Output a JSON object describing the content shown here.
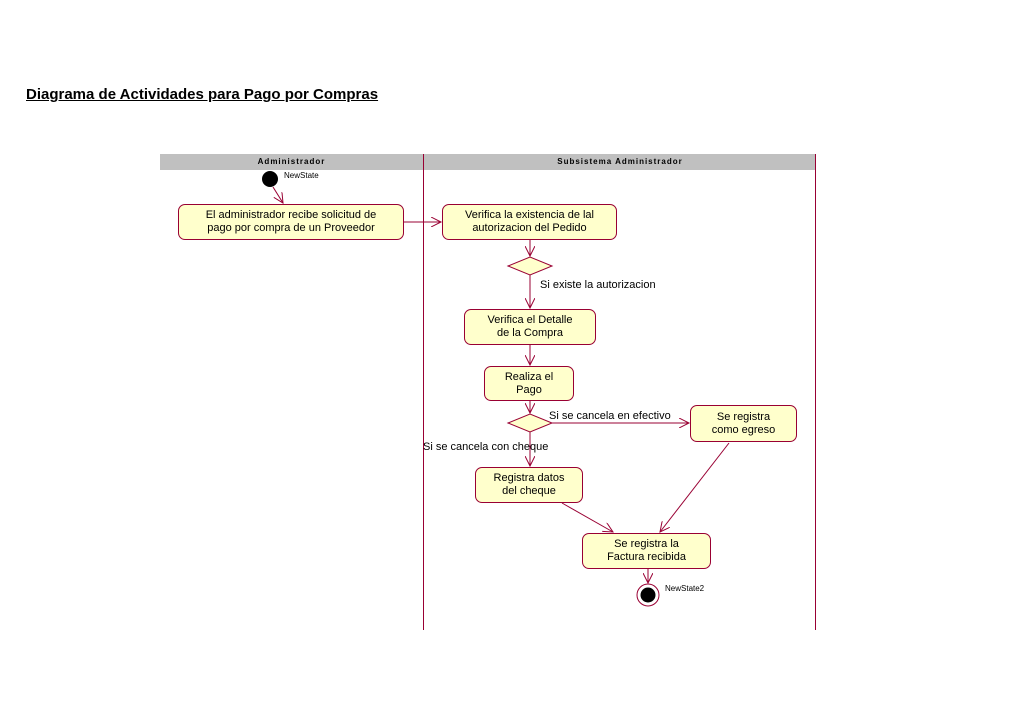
{
  "title": "Diagrama de Actividades para Pago por Compras",
  "lanes": [
    {
      "name": "Administrador"
    },
    {
      "name": "Subsistema Administrador"
    }
  ],
  "states": {
    "initial": "NewState",
    "final": "NewState2"
  },
  "activities": {
    "receive_request": "El administrador recibe solicitud de\npago por compra de un Proveedor",
    "verify_authorization": "Verifica la existencia de lal\nautorizacion del Pedido",
    "verify_detail": "Verifica el Detalle\nde la Compra",
    "make_payment": "Realiza el\nPago",
    "register_expense": "Se registra\ncomo egreso",
    "register_check": "Registra datos\ndel cheque",
    "register_invoice": "Se registra la\nFactura recibida"
  },
  "guards": {
    "authorization_exists": "Si existe la autorizacion",
    "cash_payment": "Si se  cancela en efectivo",
    "check_payment": "Si se cancela con cheque"
  },
  "colors": {
    "activity_fill": "#ffffcc",
    "border": "#990033",
    "lane_header": "#c0c0c0"
  }
}
